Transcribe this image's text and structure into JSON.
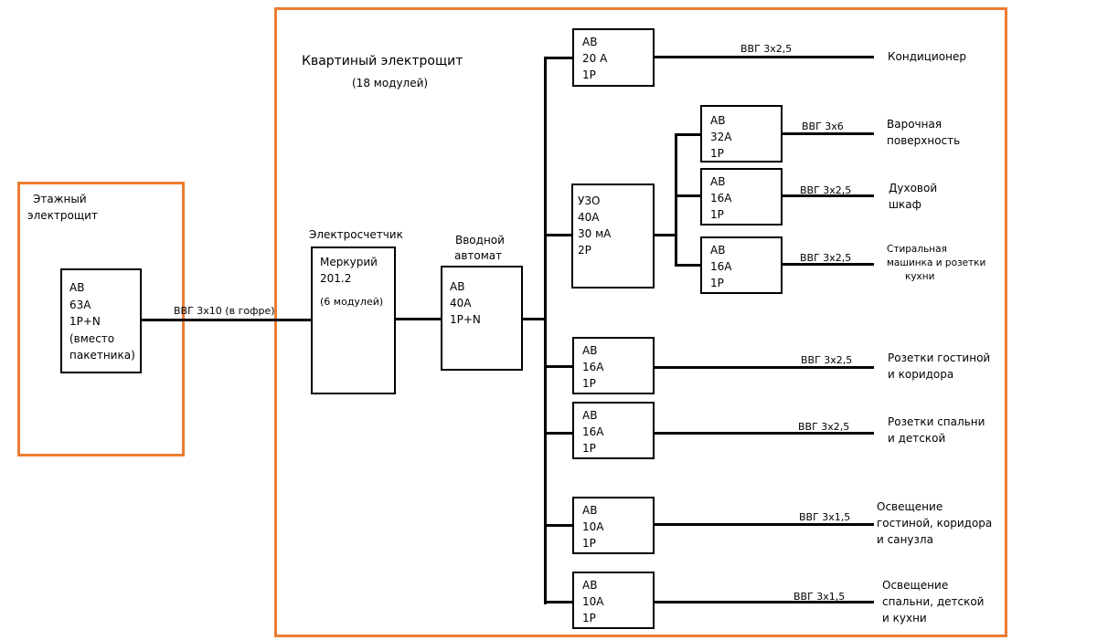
{
  "floor_panel": {
    "title_l1": "Этажный",
    "title_l2": "электрощит",
    "breaker": [
      "АВ",
      "63А",
      "1Р+N",
      "(вместо",
      "пакетника)"
    ]
  },
  "feed_cable": "ВВГ 3х10 (в гофре)",
  "apartment_panel": {
    "title": "Квартиный электрощит",
    "subtitle": "(18 модулей)"
  },
  "meter": {
    "label": "Электросчетчик",
    "l1": "Меркурий",
    "l2": "201.2",
    "l3": "(6 модулей)"
  },
  "main_breaker": {
    "label_l1": "Вводной",
    "label_l2": "автомат",
    "text": [
      "АВ",
      "40А",
      "1Р+N"
    ]
  },
  "rcd": {
    "text": [
      "УЗО",
      "40А",
      "30 мА",
      "2Р"
    ]
  },
  "rcd_branches": [
    {
      "breaker": [
        "АВ",
        "32А",
        "1Р"
      ],
      "cable": "ВВГ 3х6",
      "load": [
        "Варочная",
        "поверхность"
      ]
    },
    {
      "breaker": [
        "АВ",
        "16А",
        "1Р"
      ],
      "cable": "ВВГ 3х2,5",
      "load": [
        "Духовой",
        "шкаф"
      ]
    },
    {
      "breaker": [
        "АВ",
        "16А",
        "1Р"
      ],
      "cable": "ВВГ 3х2,5",
      "load": [
        "Стиральная",
        "машинка и розетки",
        "кухни"
      ]
    }
  ],
  "branches": [
    {
      "breaker": [
        "АВ",
        "20 А",
        "1Р"
      ],
      "cable": "ВВГ 3х2,5",
      "load": [
        "Кондиционер"
      ]
    },
    {
      "breaker": [
        "АВ",
        "16А",
        "1Р"
      ],
      "cable": "ВВГ 3х2,5",
      "load": [
        "Розетки гостиной",
        "и коридора"
      ]
    },
    {
      "breaker": [
        "АВ",
        "16А",
        "1Р"
      ],
      "cable": "ВВГ 3х2,5",
      "load": [
        "Розетки спальни",
        "и детской"
      ]
    },
    {
      "breaker": [
        "АВ",
        "10А",
        "1Р"
      ],
      "cable": "ВВГ 3х1,5",
      "load": [
        "Освещение",
        "гостиной, коридора",
        "и санузла"
      ]
    },
    {
      "breaker": [
        "АВ",
        "10А",
        "1Р"
      ],
      "cable": "ВВГ 3х1,5",
      "load": [
        "Освещение",
        "спальни, детской",
        "и кухни"
      ]
    }
  ]
}
